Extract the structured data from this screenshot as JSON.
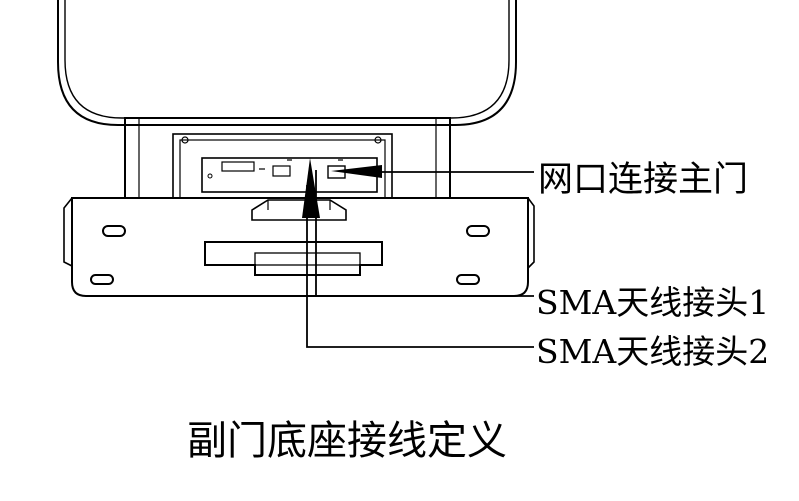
{
  "labels": {
    "network_port": "网口连接主门",
    "sma_antenna_1": "SMA天线接头1",
    "sma_antenna_2": "SMA天线接头2"
  },
  "caption": "副门底座接线定义",
  "colors": {
    "line": "#000000",
    "background": "#ffffff"
  }
}
